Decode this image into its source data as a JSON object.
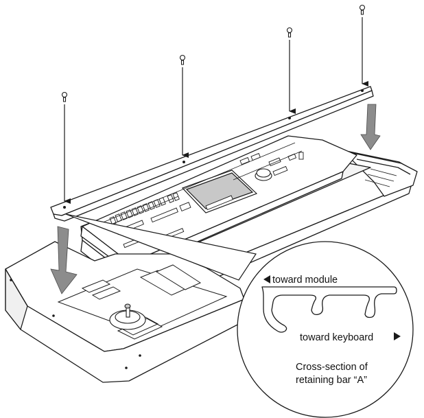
{
  "callout": {
    "toward_module": "toward module",
    "toward_keyboard": "toward keyboard",
    "caption_line1": "Cross-section of",
    "caption_line2": "retaining bar “A”"
  },
  "icons": {
    "screw": "screw-icon",
    "gray_arrow": "down-arrow-icon",
    "pointer_left": "triangle-left-icon",
    "pointer_right": "triangle-right-icon"
  },
  "colors": {
    "line": "#1a1a1a",
    "arrow_gray": "#8c8c8c",
    "panel_gray": "#c8c8c8",
    "background": "#ffffff"
  }
}
